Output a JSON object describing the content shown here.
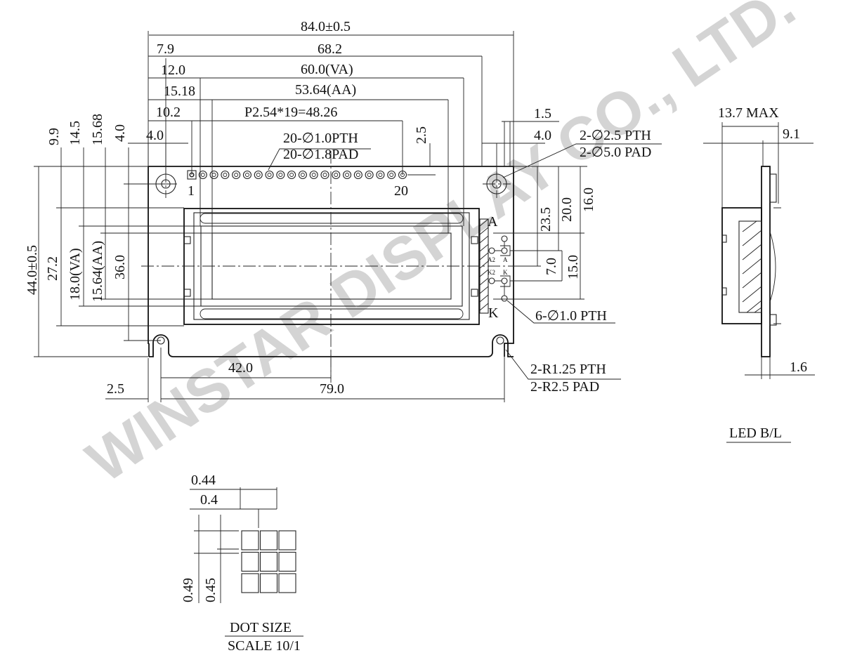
{
  "watermark": "WINSTAR DISPLAY CO., LTD.",
  "front_view": {
    "width_dims": {
      "overall": "84.0±0.5",
      "mount_pitch": "68.2",
      "va": "60.0(VA)",
      "aa": "53.64(AA)",
      "pin_span": "P2.54*19=48.26",
      "to_mount": "7.9",
      "to_va": "12.0",
      "to_aa": "15.18",
      "to_pin1": "10.2",
      "mount_hole_left": "4.0",
      "mount_hole_right": "4.0",
      "led_offset": "1.5",
      "pin_row_offset": "2.5"
    },
    "height_dims": {
      "overall": "44.0±0.5",
      "bezel": "27.2",
      "va": "18.0(VA)",
      "aa": "15.64(AA)",
      "mount_pitch": "36.0",
      "to_bezel": "9.9",
      "to_va": "14.5",
      "to_aa": "15.68",
      "to_hole": "4.0"
    },
    "right_dims": {
      "d1": "23.5",
      "d2": "20.0",
      "d3": "16.0",
      "d4": "7.0",
      "d5": "15.0"
    },
    "bottom_dims": {
      "half": "42.0",
      "slot_pitch": "79.0",
      "edge": "2.5"
    },
    "notes": {
      "pin_pth": "20-∅1.0PTH",
      "pin_pad": "20-∅1.8PAD",
      "mount_pth": "2-∅2.5 PTH",
      "mount_pad": "2-∅5.0 PAD",
      "led_pth": "6-∅1.0 PTH",
      "slot_pth": "2-R1.25 PTH",
      "slot_pad": "2-R2.5 PAD"
    },
    "pin_labels": {
      "first": "1",
      "last": "20"
    },
    "led_labels": {
      "anode": "A",
      "cathode": "K",
      "a2": "A2",
      "a": "A",
      "k2": "K2",
      "k": "K"
    }
  },
  "side_view": {
    "max_thickness": "13.7 MAX",
    "module_depth": "9.1",
    "pcb": "1.6",
    "caption": "LED B/L"
  },
  "dot_detail": {
    "pitch_w": "0.44",
    "dot_w": "0.4",
    "pitch_h": "0.49",
    "dot_h": "0.45",
    "caption": "DOT SIZE",
    "scale": "SCALE 10/1"
  },
  "colors": {
    "line": "#222222",
    "watermark": "#d4d4d4"
  }
}
